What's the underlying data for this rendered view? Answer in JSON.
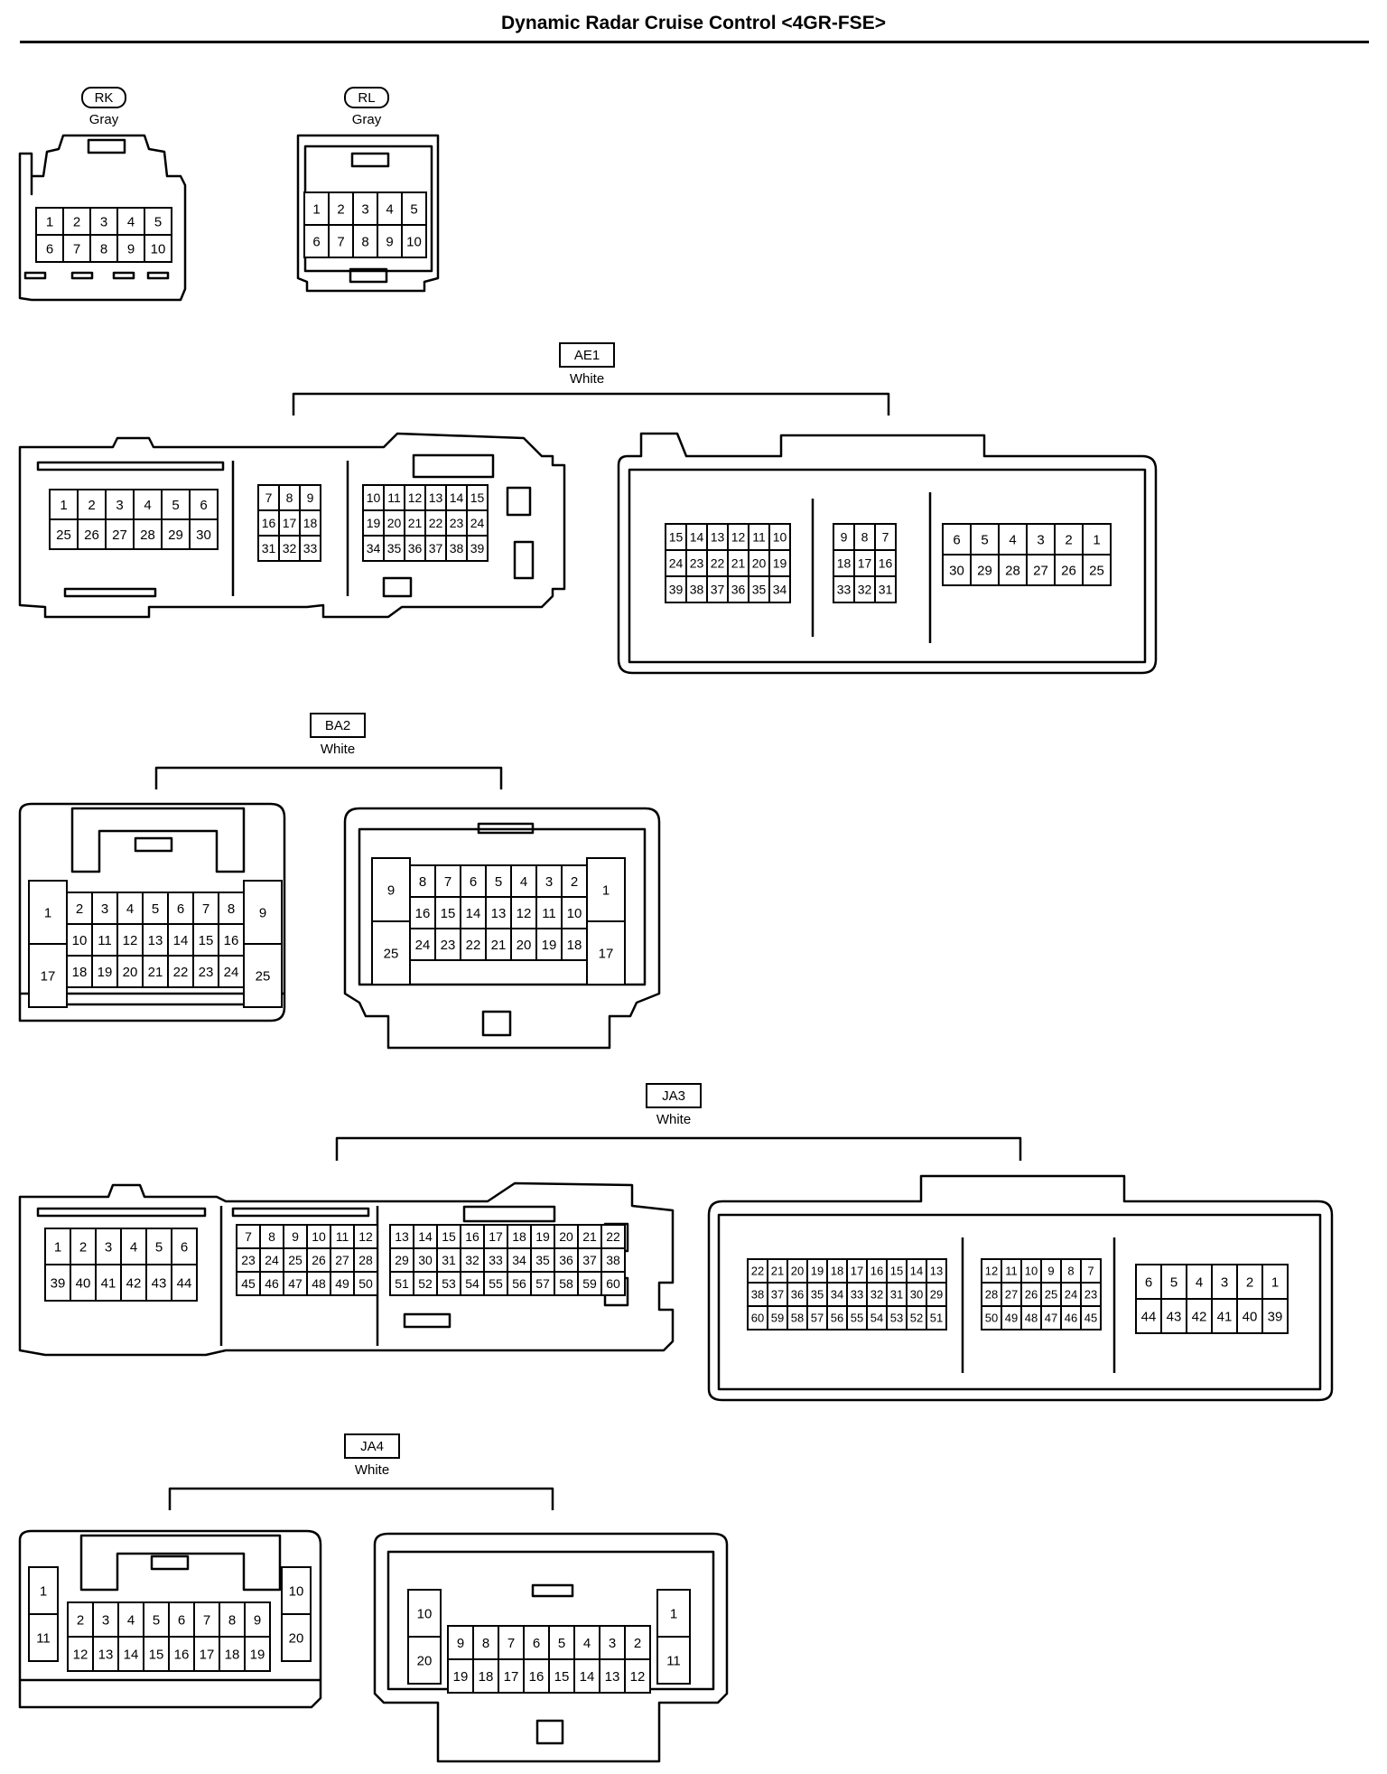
{
  "title": "Dynamic Radar Cruise Control <4GR-FSE>",
  "connectors": [
    {
      "code": "RK",
      "color": "Gray",
      "rows": [
        [
          "1",
          "2",
          "3",
          "4",
          "5"
        ],
        [
          "6",
          "7",
          "8",
          "9",
          "10"
        ]
      ]
    },
    {
      "code": "RL",
      "color": "Gray",
      "rows": [
        [
          "1",
          "2",
          "3",
          "4",
          "5"
        ],
        [
          "6",
          "7",
          "8",
          "9",
          "10"
        ]
      ]
    },
    {
      "code": "AE1",
      "color": "White",
      "left_blocks": [
        {
          "rows": [
            [
              "1",
              "2",
              "3",
              "4",
              "5",
              "6"
            ],
            [
              "25",
              "26",
              "27",
              "28",
              "29",
              "30"
            ]
          ]
        },
        {
          "rows": [
            [
              "7",
              "8",
              "9"
            ],
            [
              "16",
              "17",
              "18"
            ],
            [
              "31",
              "32",
              "33"
            ]
          ]
        },
        {
          "rows": [
            [
              "10",
              "11",
              "12",
              "13",
              "14",
              "15"
            ],
            [
              "19",
              "20",
              "21",
              "22",
              "23",
              "24"
            ],
            [
              "34",
              "35",
              "36",
              "37",
              "38",
              "39"
            ]
          ]
        }
      ],
      "right_blocks": [
        {
          "rows": [
            [
              "15",
              "14",
              "13",
              "12",
              "11",
              "10"
            ],
            [
              "24",
              "23",
              "22",
              "21",
              "20",
              "19"
            ],
            [
              "39",
              "38",
              "37",
              "36",
              "35",
              "34"
            ]
          ]
        },
        {
          "rows": [
            [
              "9",
              "8",
              "7"
            ],
            [
              "18",
              "17",
              "16"
            ],
            [
              "33",
              "32",
              "31"
            ]
          ]
        },
        {
          "rows": [
            [
              "6",
              "5",
              "4",
              "3",
              "2",
              "1"
            ],
            [
              "30",
              "29",
              "28",
              "27",
              "26",
              "25"
            ]
          ]
        }
      ]
    },
    {
      "code": "BA2",
      "color": "White",
      "left": {
        "side_left": [
          "1",
          "17"
        ],
        "rows": [
          [
            "2",
            "3",
            "4",
            "5",
            "6",
            "7",
            "8"
          ],
          [
            "10",
            "11",
            "12",
            "13",
            "14",
            "15",
            "16"
          ],
          [
            "18",
            "19",
            "20",
            "21",
            "22",
            "23",
            "24"
          ]
        ],
        "side_right": [
          "9",
          "25"
        ]
      },
      "right": {
        "side_left": [
          "9",
          "25"
        ],
        "rows": [
          [
            "8",
            "7",
            "6",
            "5",
            "4",
            "3",
            "2"
          ],
          [
            "16",
            "15",
            "14",
            "13",
            "12",
            "11",
            "10"
          ],
          [
            "24",
            "23",
            "22",
            "21",
            "20",
            "19",
            "18"
          ]
        ],
        "side_right": [
          "1",
          "17"
        ]
      }
    },
    {
      "code": "JA3",
      "color": "White",
      "left_blocks": [
        {
          "rows": [
            [
              "1",
              "2",
              "3",
              "4",
              "5",
              "6"
            ],
            [
              "39",
              "40",
              "41",
              "42",
              "43",
              "44"
            ]
          ]
        },
        {
          "rows": [
            [
              "7",
              "8",
              "9",
              "10",
              "11",
              "12"
            ],
            [
              "23",
              "24",
              "25",
              "26",
              "27",
              "28"
            ],
            [
              "45",
              "46",
              "47",
              "48",
              "49",
              "50"
            ]
          ]
        },
        {
          "rows": [
            [
              "13",
              "14",
              "15",
              "16",
              "17",
              "18",
              "19",
              "20",
              "21",
              "22"
            ],
            [
              "29",
              "30",
              "31",
              "32",
              "33",
              "34",
              "35",
              "36",
              "37",
              "38"
            ],
            [
              "51",
              "52",
              "53",
              "54",
              "55",
              "56",
              "57",
              "58",
              "59",
              "60"
            ]
          ]
        }
      ],
      "right_blocks": [
        {
          "rows": [
            [
              "22",
              "21",
              "20",
              "19",
              "18",
              "17",
              "16",
              "15",
              "14",
              "13"
            ],
            [
              "38",
              "37",
              "36",
              "35",
              "34",
              "33",
              "32",
              "31",
              "30",
              "29"
            ],
            [
              "60",
              "59",
              "58",
              "57",
              "56",
              "55",
              "54",
              "53",
              "52",
              "51"
            ]
          ]
        },
        {
          "rows": [
            [
              "12",
              "11",
              "10",
              "9",
              "8",
              "7"
            ],
            [
              "28",
              "27",
              "26",
              "25",
              "24",
              "23"
            ],
            [
              "50",
              "49",
              "48",
              "47",
              "46",
              "45"
            ]
          ]
        },
        {
          "rows": [
            [
              "6",
              "5",
              "4",
              "3",
              "2",
              "1"
            ],
            [
              "44",
              "43",
              "42",
              "41",
              "40",
              "39"
            ]
          ]
        }
      ]
    },
    {
      "code": "JA4",
      "color": "White",
      "left": {
        "side_left": [
          "1",
          "11"
        ],
        "rows": [
          [
            "2",
            "3",
            "4",
            "5",
            "6",
            "7",
            "8",
            "9"
          ],
          [
            "12",
            "13",
            "14",
            "15",
            "16",
            "17",
            "18",
            "19"
          ]
        ],
        "side_right": [
          "10",
          "20"
        ]
      },
      "right": {
        "side_left": [
          "10",
          "20"
        ],
        "rows": [
          [
            "9",
            "8",
            "7",
            "6",
            "5",
            "4",
            "3",
            "2"
          ],
          [
            "19",
            "18",
            "17",
            "16",
            "15",
            "14",
            "13",
            "12"
          ]
        ],
        "side_right": [
          "1",
          "11"
        ]
      }
    }
  ]
}
